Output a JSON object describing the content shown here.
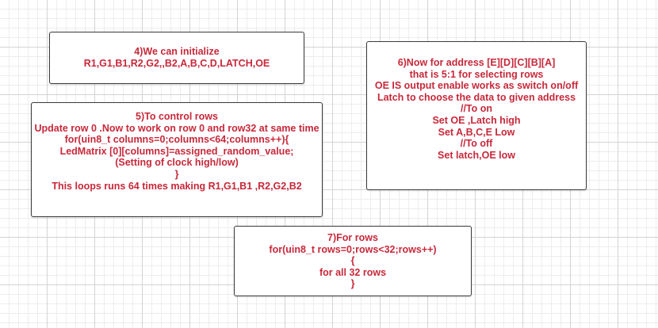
{
  "boxes": [
    {
      "name": "step-4-initialize",
      "lines": [
        "4)We can initialize",
        "R1,G1,B1,R2,G2,,B2,A,B,C,D,LATCH,OE"
      ]
    },
    {
      "name": "step-5-control-rows",
      "lines": [
        "5)To control rows",
        "Update row 0 .Now to work on row 0  and row32 at same time",
        "for(uin8_t columns=0;columns<64;columns++){",
        "LedMatrix [0][columns]=assigned_random_value;",
        "(Setting of clock high/low)",
        "}",
        "This loops runs 64 times making R1,G1,B1 ,R2,G2,B2"
      ]
    },
    {
      "name": "step-6-address",
      "lines": [
        "6)Now for address [E][D][C][B][A]",
        "that is 5:1 for selecting rows",
        "OE IS output enable works as switch on/off",
        "Latch to choose the data to given address",
        "//To on",
        "Set OE ,Latch high",
        "Set A,B,C,E Low",
        "//To off",
        "Set latch,OE low"
      ]
    },
    {
      "name": "step-7-for-rows",
      "lines": [
        "7)For rows",
        "for(uin8_t rows=0;rows<32;rows++)",
        "{",
        "for all 32 rows",
        "}"
      ]
    }
  ],
  "colors": {
    "text": "#c8283a",
    "border": "#3b3b3b",
    "grid": "#d4d4d4"
  }
}
